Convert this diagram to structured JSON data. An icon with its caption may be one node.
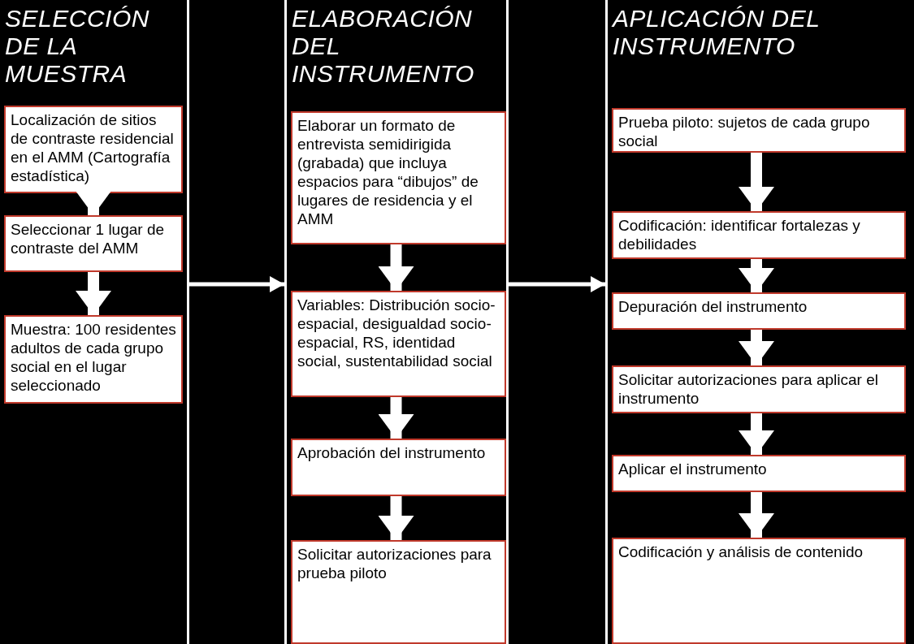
{
  "diagram": {
    "nodes": [
      {
        "text": [
          "SELECCIÓN DE LA MUESTRA"
        ]
      },
      {
        "text": [
          "Localización de sitios de contraste residencial en el AMM (Cartografía estadística)"
        ],
        "in": 0
      },
      {
        "text": [
          "Seleccionar 1 lugar de contraste del AMM"
        ],
        "in": 0
      },
      {
        "text": [
          "Muestra: 100 residentes adultos de cada grupo social en el lugar seleccionado"
        ],
        "in": 0
      },
      {
        "text": [
          "ELABORACIÓN DEL INSTRUMENTO"
        ]
      },
      {
        "text": [
          "Elaborar un formato de entrevista semidirigida (grabada) que incluya espacios para “dibujos” de lugares de residencia y el AMM"
        ],
        "in": 4
      },
      {
        "text": [
          "Variables: Distribución socio-espacial, desigualdad socio-espacial, RS, identidad social, sustentabilidad social"
        ],
        "in": 4
      },
      {
        "text": [
          "Aprobación del instrumento"
        ],
        "in": 4
      },
      {
        "text": [
          "Solicitar autorizaciones para prueba piloto"
        ],
        "in": 4
      },
      {
        "text": [
          "APLICACIÓN DEL INSTRUMENTO"
        ]
      },
      {
        "text": [
          "Prueba piloto: sujetos de cada grupo social"
        ],
        "in": 9
      },
      {
        "text": [
          "Codificación: identificar fortalezas y debilidades"
        ],
        "in": 9
      },
      {
        "text": [
          "Depuración del instrumento"
        ],
        "in": 9
      },
      {
        "text": [
          "Solicitar autorizaciones para aplicar el instrumento"
        ],
        "in": 9
      },
      {
        "text": [
          "Aplicar el instrumento"
        ],
        "in": 9
      },
      {
        "text": [
          "Codificación y análisis de contenido"
        ],
        "in": 9
      }
    ],
    "edges": [
      {
        "from": 0,
        "to": 4,
        "arrow": "to"
      },
      {
        "from": 4,
        "to": 9,
        "arrow": "to"
      },
      {
        "from": 1,
        "to": 2,
        "arrow": "to"
      },
      {
        "from": 2,
        "to": 3,
        "arrow": "to"
      },
      {
        "from": 5,
        "to": 6,
        "arrow": "to"
      },
      {
        "from": 6,
        "to": 7,
        "arrow": "to"
      },
      {
        "from": 7,
        "to": 8,
        "arrow": "to"
      },
      {
        "from": 10,
        "to": 11,
        "arrow": "to"
      },
      {
        "from": 11,
        "to": 12,
        "arrow": "to"
      },
      {
        "from": 12,
        "to": 13,
        "arrow": "to"
      },
      {
        "from": 13,
        "to": 14,
        "arrow": "to"
      },
      {
        "from": 14,
        "to": 15,
        "arrow": "to"
      }
    ]
  }
}
